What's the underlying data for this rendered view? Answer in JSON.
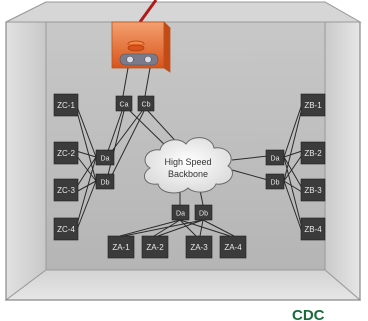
{
  "colors": {
    "corner_label": "#1a6b3a",
    "node_fill": "#3b3b3b",
    "room_front": "#dcdcdc",
    "room_back": "#c4c4c4",
    "router_orange": "#e86a2c",
    "red_link": "#b01a1a"
  },
  "corner_label": "CDC",
  "backbone": {
    "line1": "High Speed",
    "line2": "Backbone"
  },
  "core_switches": [
    {
      "id": "ca",
      "label": "Ca"
    },
    {
      "id": "cb",
      "label": "Cb"
    }
  ],
  "distribution": {
    "zc": [
      {
        "id": "zc-da",
        "label": "Da"
      },
      {
        "id": "zc-db",
        "label": "Db"
      }
    ],
    "zb": [
      {
        "id": "zb-da",
        "label": "Da"
      },
      {
        "id": "zb-db",
        "label": "Db"
      }
    ],
    "za": [
      {
        "id": "za-da",
        "label": "Da"
      },
      {
        "id": "za-db",
        "label": "Db"
      }
    ]
  },
  "zones": {
    "zc": [
      "ZC-1",
      "ZC-2",
      "ZC-3",
      "ZC-4"
    ],
    "zb": [
      "ZB-1",
      "ZB-2",
      "ZB-3",
      "ZB-4"
    ],
    "za": [
      "ZA-1",
      "ZA-2",
      "ZA-3",
      "ZA-4"
    ]
  }
}
